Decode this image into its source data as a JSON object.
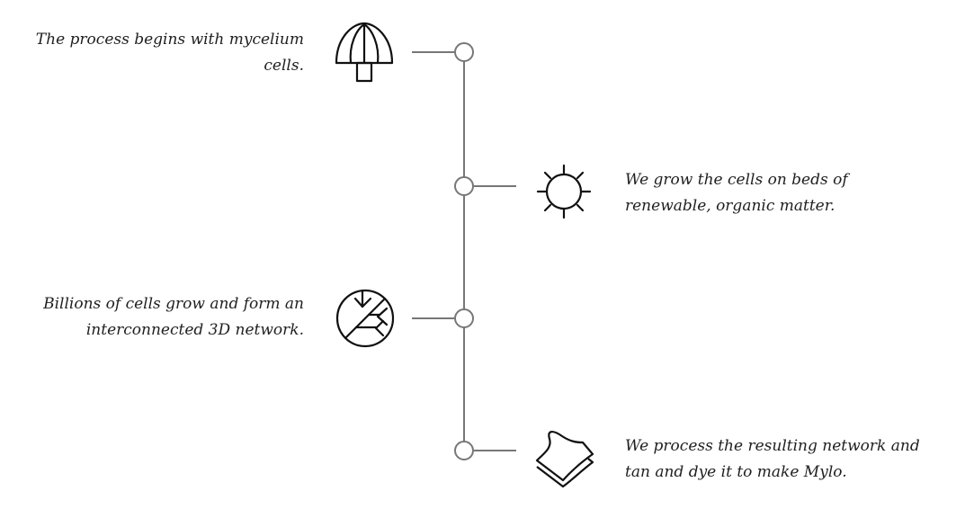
{
  "steps": [
    {
      "icon": "mushroom-icon",
      "side": "left",
      "text": "The process begins with mycelium cells."
    },
    {
      "icon": "sun-icon",
      "side": "right",
      "text": "We grow the cells on beds of renewable, organic matter."
    },
    {
      "icon": "network-icon",
      "side": "left",
      "text": "Billions of cells grow and form an interconnected 3D network."
    },
    {
      "icon": "sheet-icon",
      "side": "right",
      "text": "We process the resulting network and tan and dye it to make Mylo."
    }
  ],
  "colors": {
    "timeline": "#777777",
    "icon": "#111111",
    "text": "#1f1f1f"
  }
}
